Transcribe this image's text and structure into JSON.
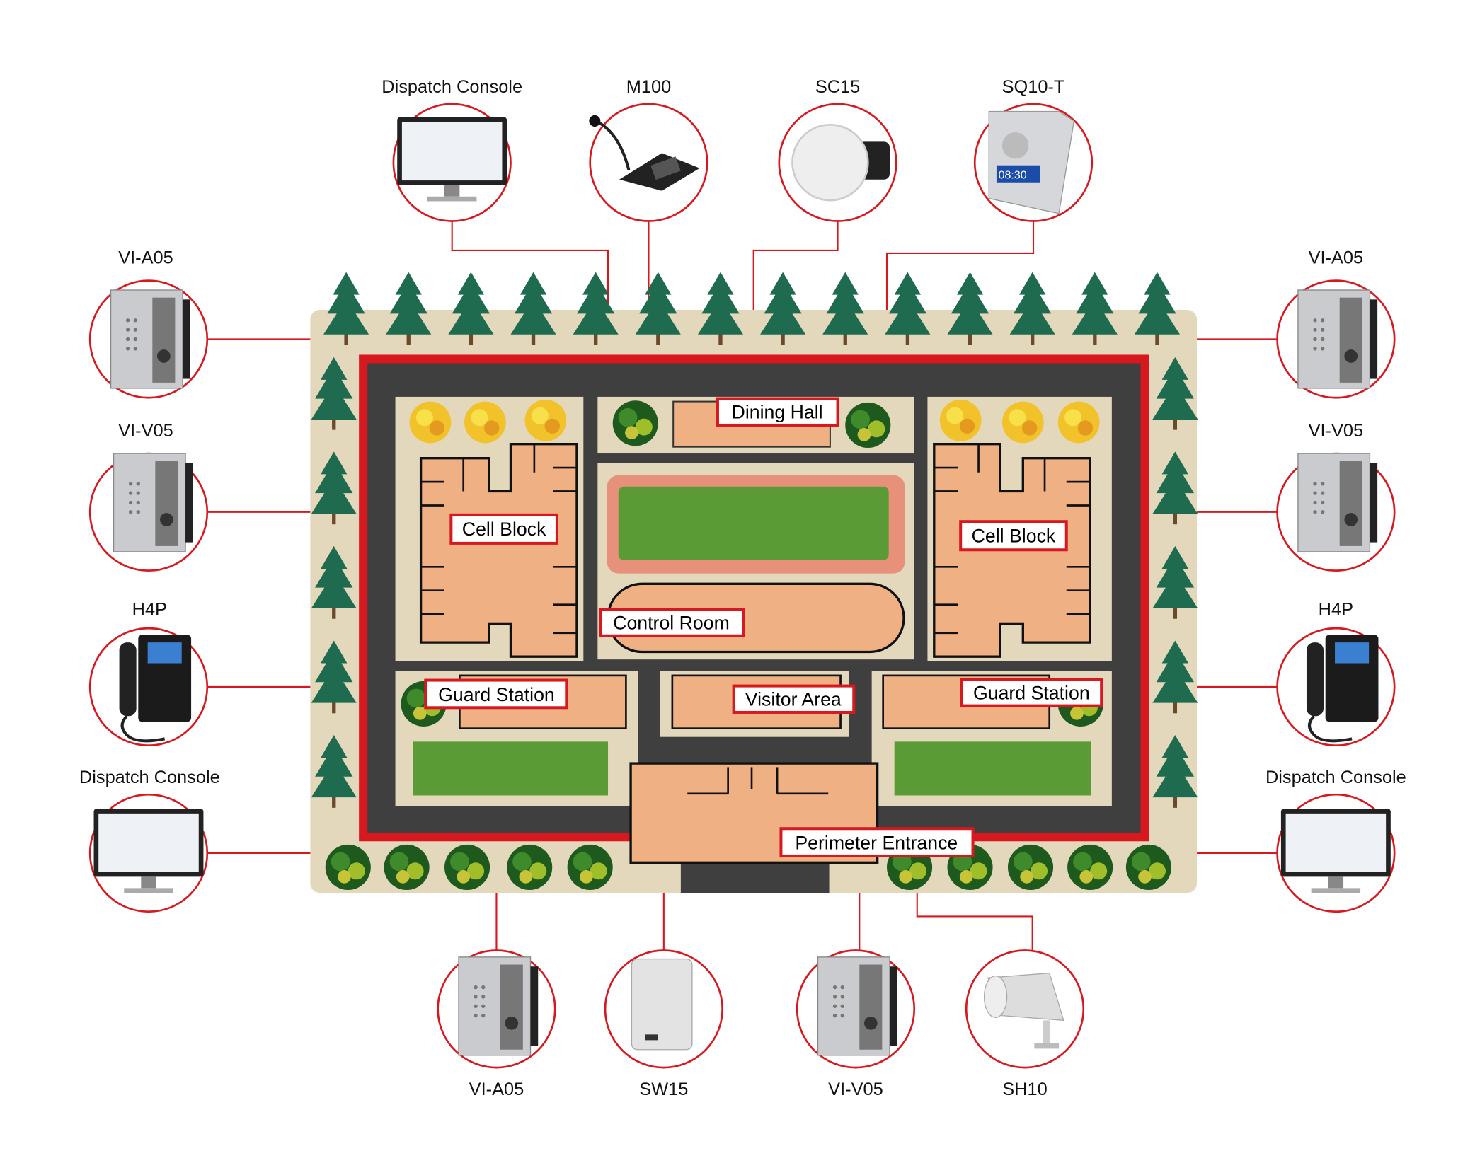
{
  "colors": {
    "accent_red": "#d7191f",
    "road": "#3f3f3f",
    "ground": "#e3d8bc",
    "building": "#efb183",
    "grass": "#5a9b35",
    "track": "#e8917a",
    "tree": "#1f6b4f"
  },
  "devices": {
    "top": [
      {
        "label": "Dispatch Console",
        "icon": "monitor-icon"
      },
      {
        "label": "M100",
        "icon": "desk-microphone-icon"
      },
      {
        "label": "SC15",
        "icon": "ceiling-speaker-icon"
      },
      {
        "label": "SQ10-T",
        "icon": "wall-speaker-clock-icon"
      }
    ],
    "left": [
      {
        "label": "VI-A05",
        "icon": "intercom-icon"
      },
      {
        "label": "VI-V05",
        "icon": "video-intercom-icon"
      },
      {
        "label": "H4P",
        "icon": "ip-phone-icon"
      },
      {
        "label": "Dispatch Console",
        "icon": "monitor-icon"
      }
    ],
    "right": [
      {
        "label": "VI-A05",
        "icon": "intercom-icon"
      },
      {
        "label": "VI-V05",
        "icon": "video-intercom-icon"
      },
      {
        "label": "H4P",
        "icon": "ip-phone-icon"
      },
      {
        "label": "Dispatch Console",
        "icon": "monitor-icon"
      }
    ],
    "bottom": [
      {
        "label": "VI-A05",
        "icon": "intercom-icon"
      },
      {
        "label": "SW15",
        "icon": "wall-speaker-icon"
      },
      {
        "label": "VI-V05",
        "icon": "video-intercom-icon"
      },
      {
        "label": "SH10",
        "icon": "horn-speaker-icon"
      }
    ]
  },
  "zones": {
    "dining_hall": "Dining Hall",
    "cell_block_left": "Cell Block",
    "cell_block_right": "Cell Block",
    "control_room": "Control Room",
    "guard_station_left": "Guard Station",
    "visitor_area": "Visitor Area",
    "guard_station_right": "Guard Station",
    "perimeter_entrance": "Perimeter Entrance"
  },
  "device_screen_text": {
    "clock": "08:30"
  }
}
